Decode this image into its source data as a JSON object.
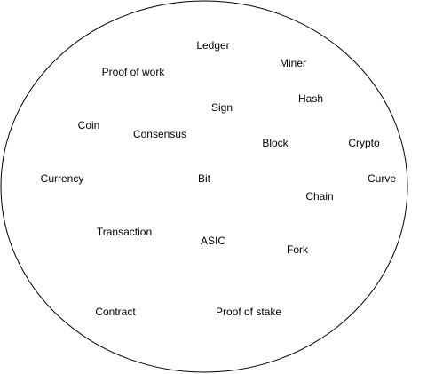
{
  "diagram": {
    "container_shape": "ellipse",
    "stroke_color": "#000000",
    "fill_color": "#ffffff",
    "text_color": "#000000",
    "terms": [
      {
        "id": "ledger",
        "label": "Ledger"
      },
      {
        "id": "miner",
        "label": "Miner"
      },
      {
        "id": "proof-of-work",
        "label": "Proof of work"
      },
      {
        "id": "hash",
        "label": "Hash"
      },
      {
        "id": "sign",
        "label": "Sign"
      },
      {
        "id": "coin",
        "label": "Coin"
      },
      {
        "id": "consensus",
        "label": "Consensus"
      },
      {
        "id": "block",
        "label": "Block"
      },
      {
        "id": "crypto",
        "label": "Crypto"
      },
      {
        "id": "currency",
        "label": "Currency"
      },
      {
        "id": "bit",
        "label": "Bit"
      },
      {
        "id": "curve",
        "label": "Curve"
      },
      {
        "id": "chain",
        "label": "Chain"
      },
      {
        "id": "transaction",
        "label": "Transaction"
      },
      {
        "id": "asic",
        "label": "ASIC"
      },
      {
        "id": "fork",
        "label": "Fork"
      },
      {
        "id": "contract",
        "label": "Contract"
      },
      {
        "id": "proof-of-stake",
        "label": "Proof of stake"
      }
    ]
  }
}
